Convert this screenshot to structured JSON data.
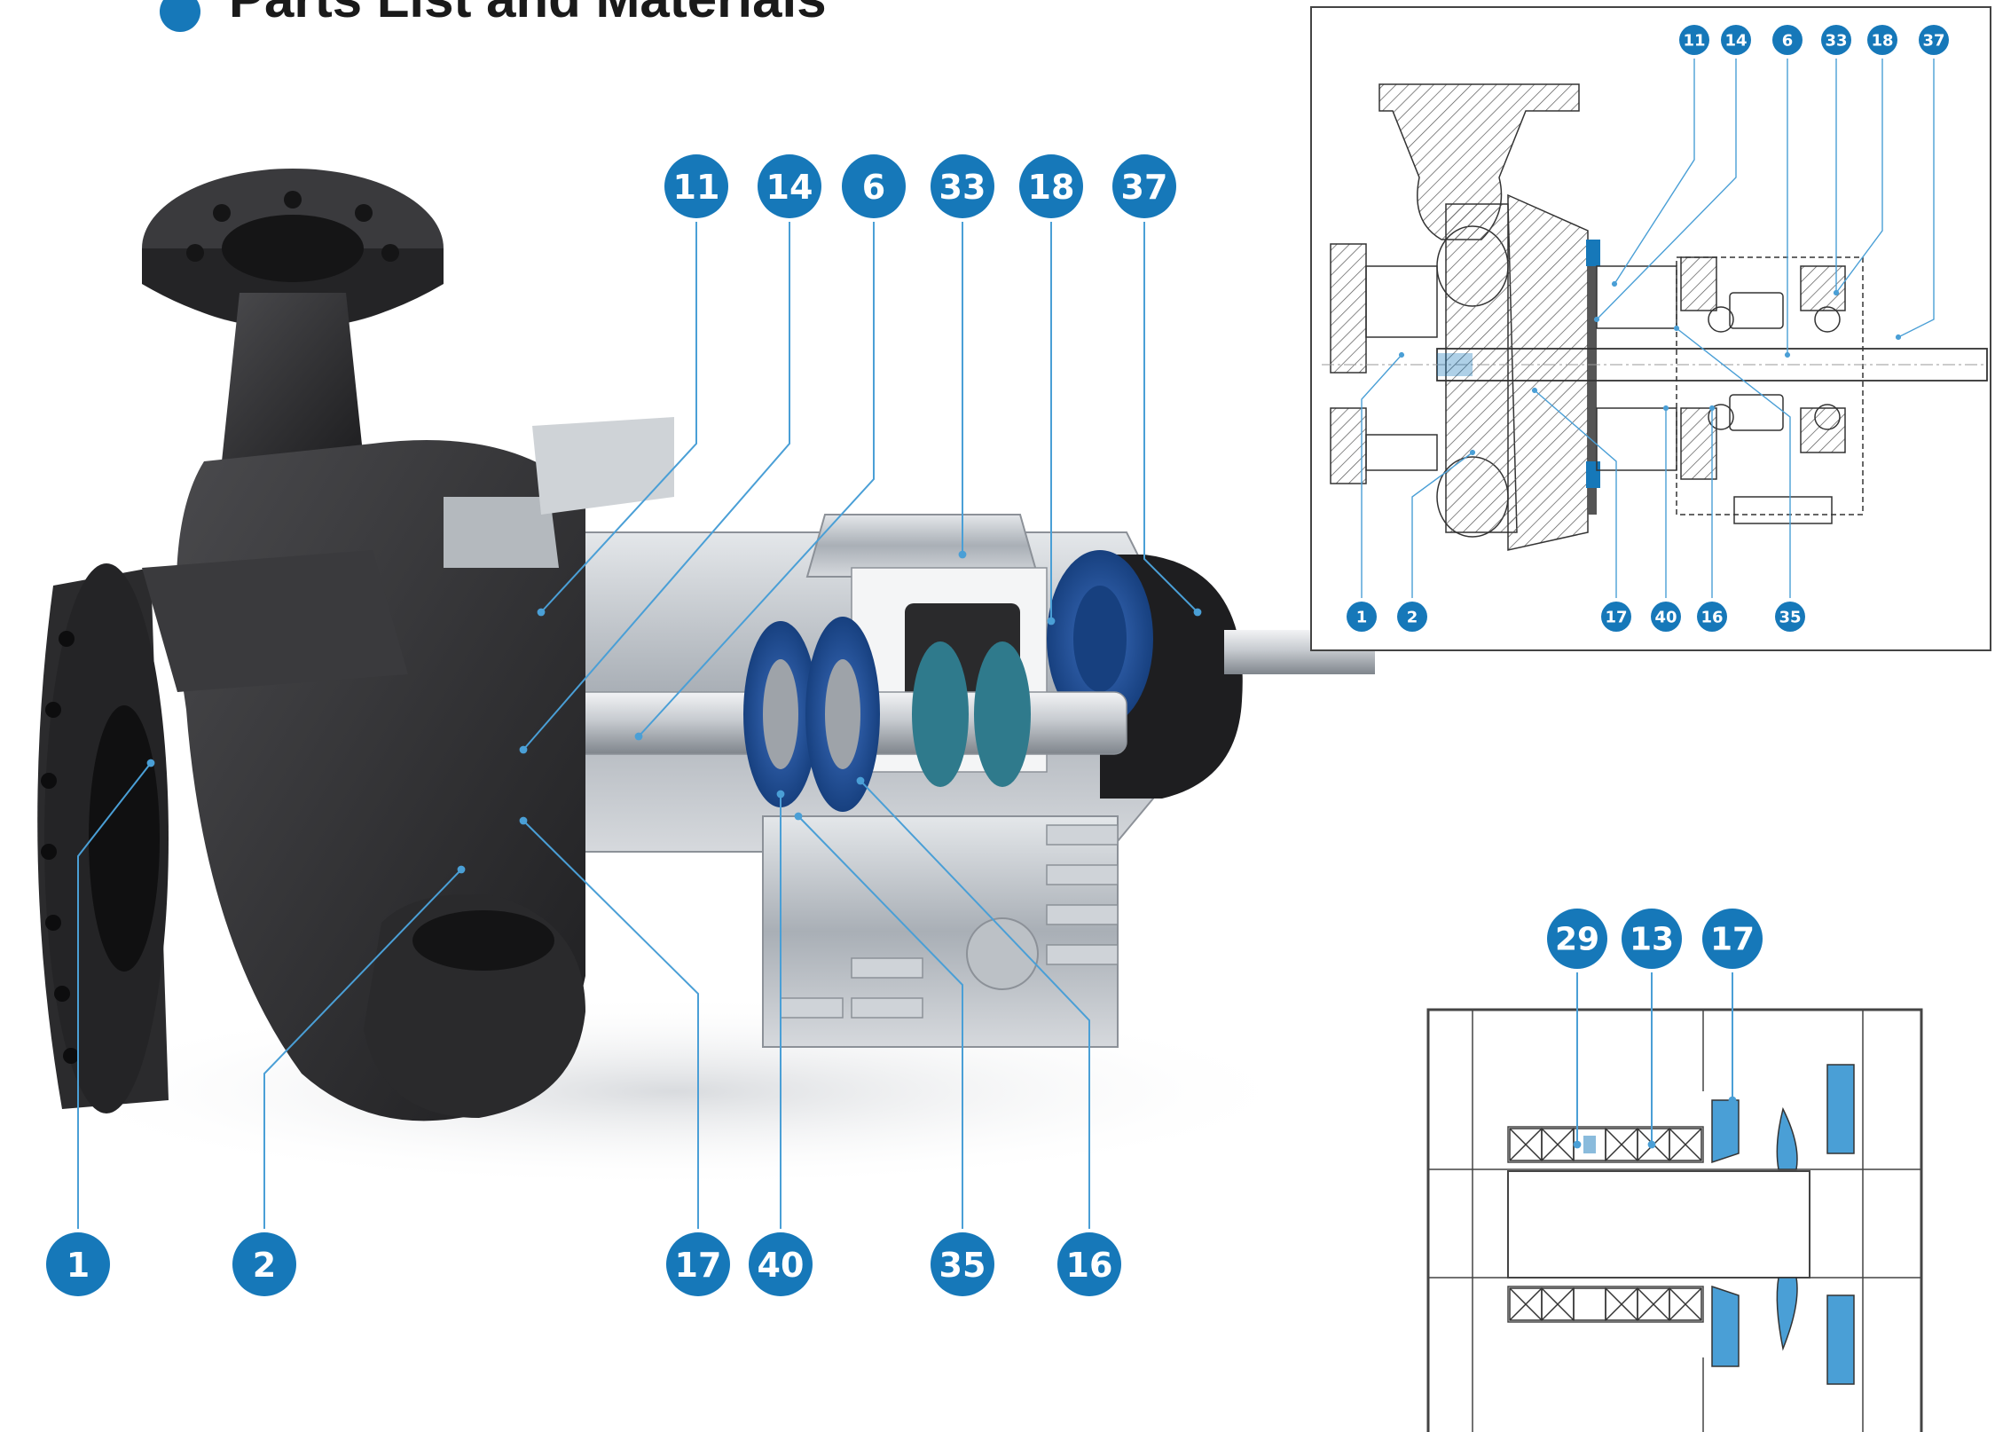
{
  "title": "Parts List and Materials",
  "colors": {
    "accent": "#1678b9",
    "seal_blue": "#1f4e96",
    "body_dark": "#2f2f31",
    "steel": "#b9bec4",
    "leader": "#4a9fd6",
    "drawing_line": "#333333"
  },
  "main_labels": [
    "11",
    "14",
    "6",
    "33",
    "18",
    "37",
    "1",
    "2",
    "17",
    "40",
    "35",
    "16"
  ],
  "section_view": {
    "top_labels": [
      "11",
      "14",
      "6",
      "33",
      "18",
      "37"
    ],
    "bottom_labels": [
      "1",
      "2",
      "17",
      "40",
      "16",
      "35"
    ]
  },
  "packing_detail": {
    "labels": [
      "29",
      "13",
      "17"
    ]
  }
}
